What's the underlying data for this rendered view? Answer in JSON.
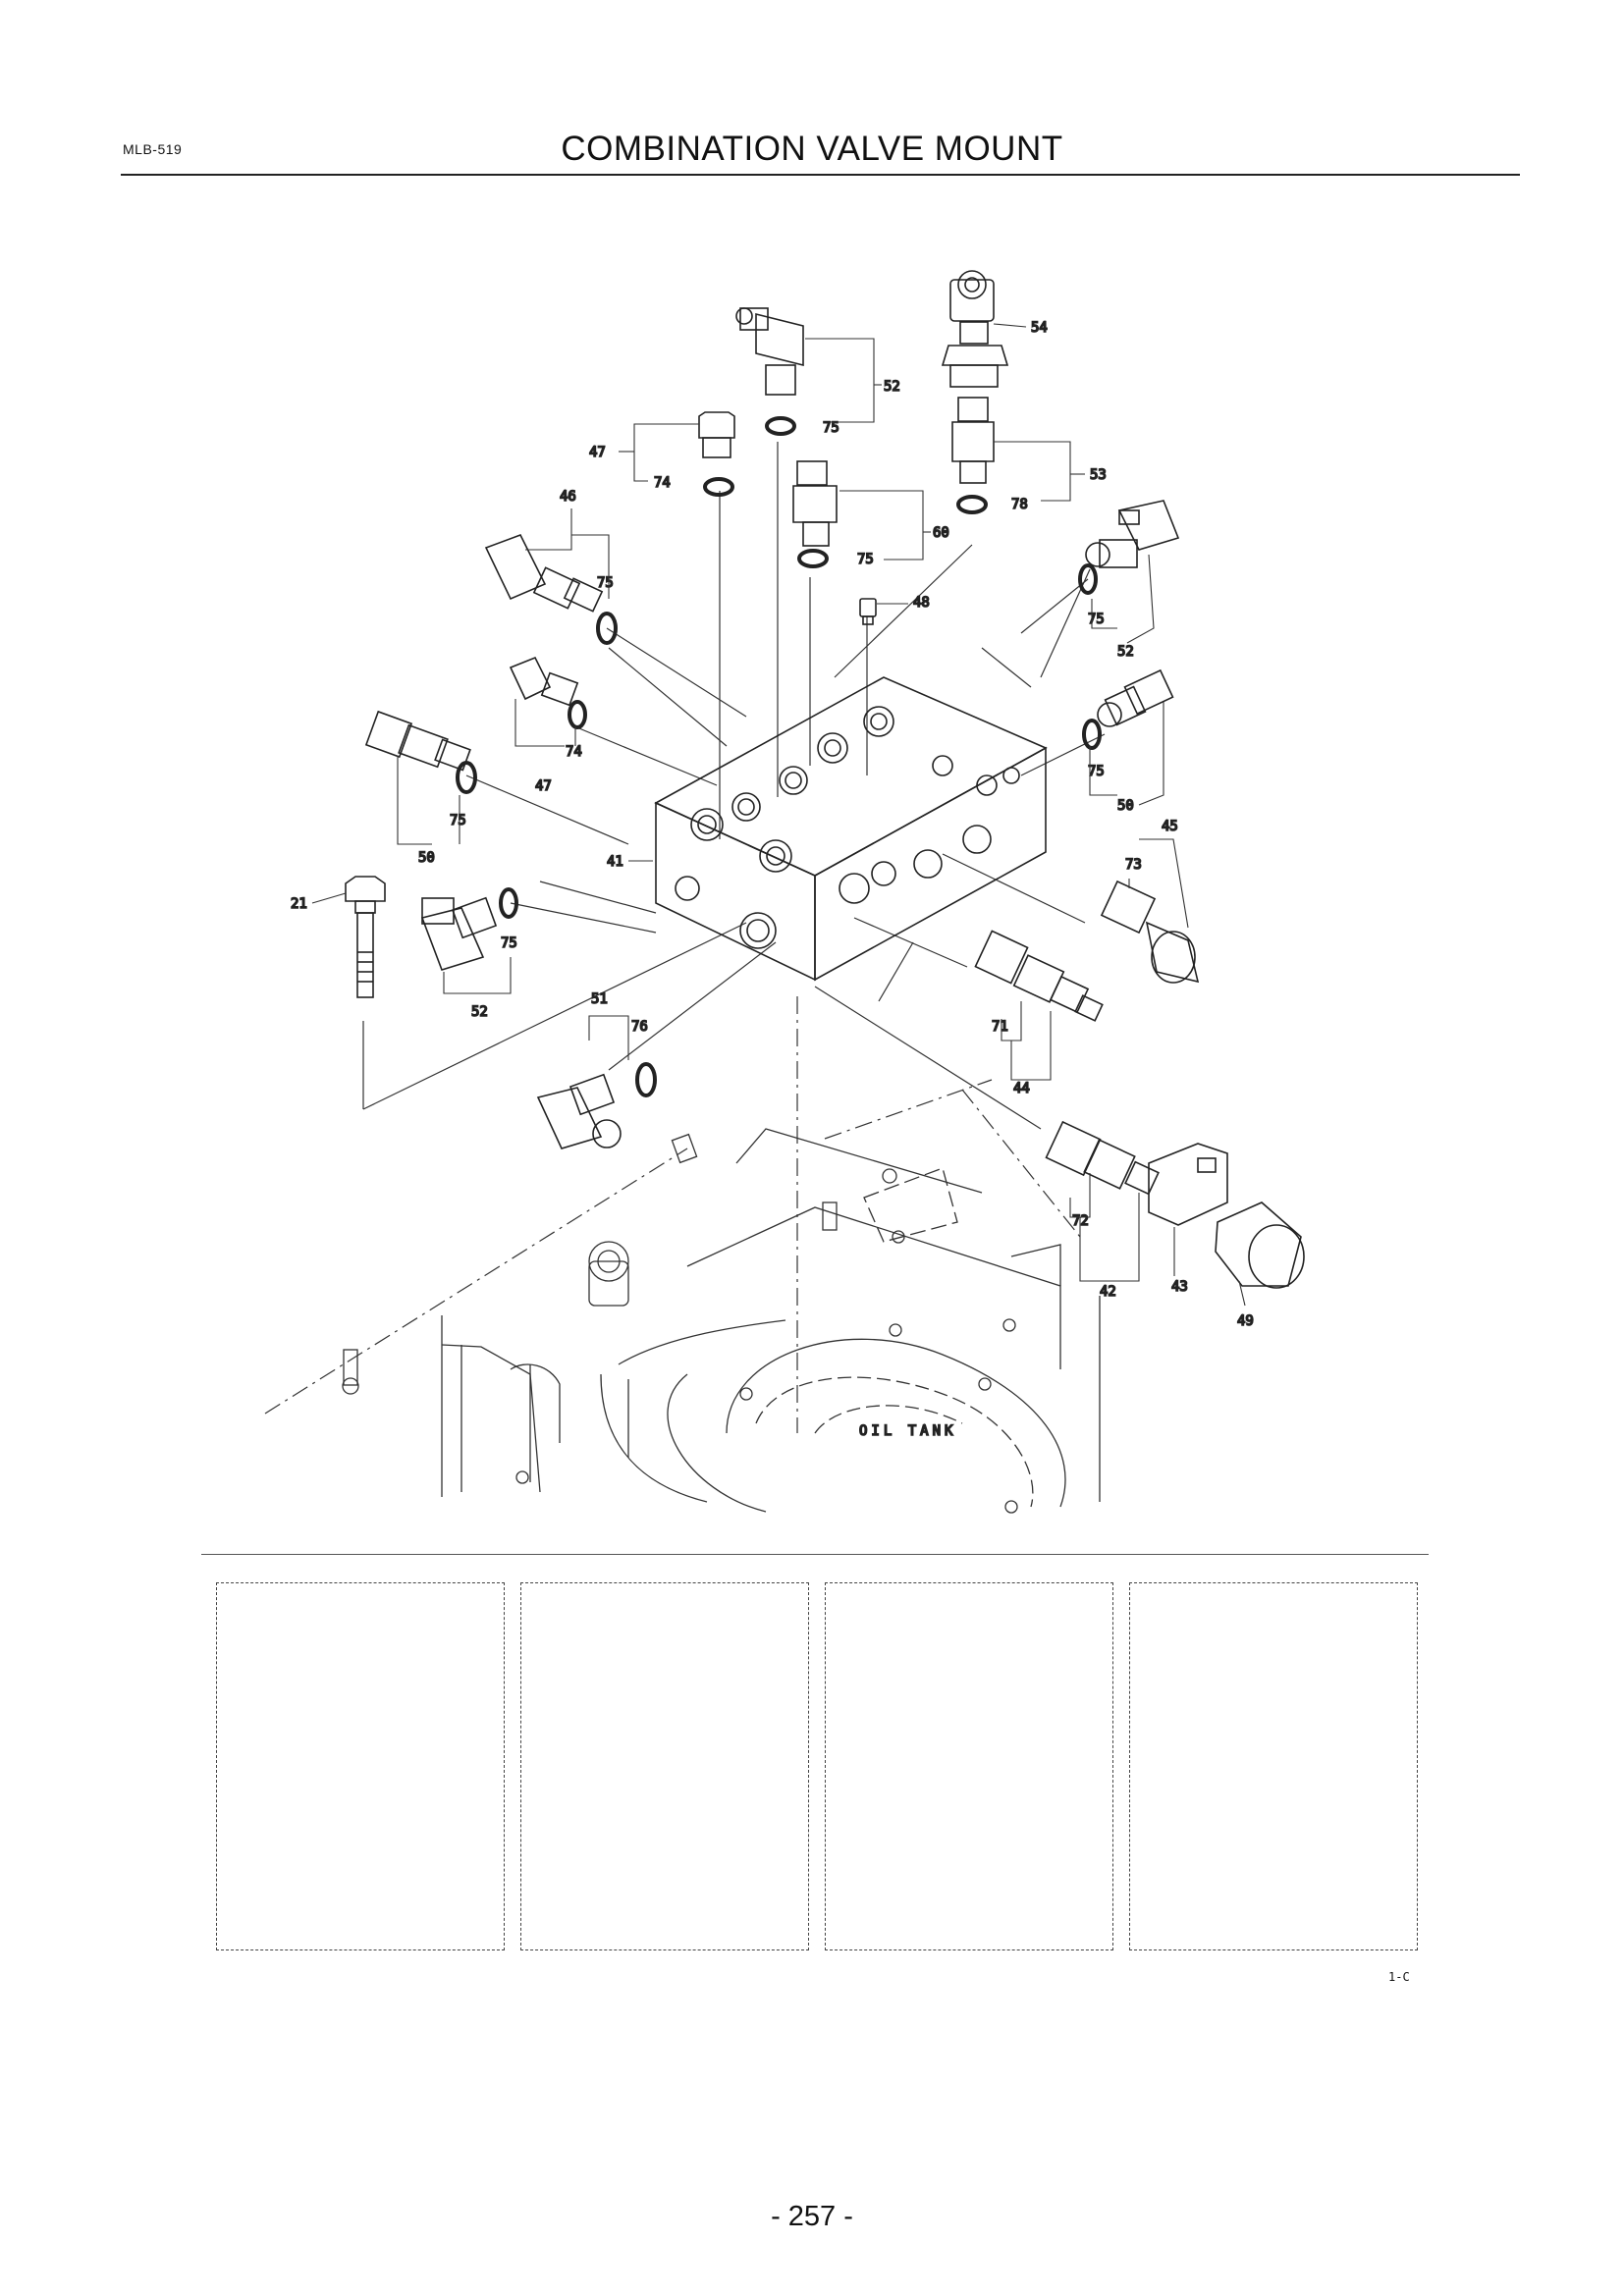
{
  "header": {
    "code": "MLB-519",
    "title": "COMBINATION VALVE MOUNT"
  },
  "diagram": {
    "callouts": [
      "54",
      "52",
      "75",
      "47",
      "74",
      "53",
      "78",
      "46",
      "60",
      "75",
      "75",
      "48",
      "75",
      "52",
      "74",
      "47",
      "75",
      "50",
      "75",
      "50",
      "45",
      "73",
      "41",
      "21",
      "75",
      "52",
      "71",
      "44",
      "51",
      "76",
      "72",
      "42",
      "43",
      "49"
    ],
    "label_oil_tank": "OIL TANK"
  },
  "legend": {
    "code": "1-C",
    "boxes": 4
  },
  "footer": {
    "page_number": "- 257 -"
  }
}
